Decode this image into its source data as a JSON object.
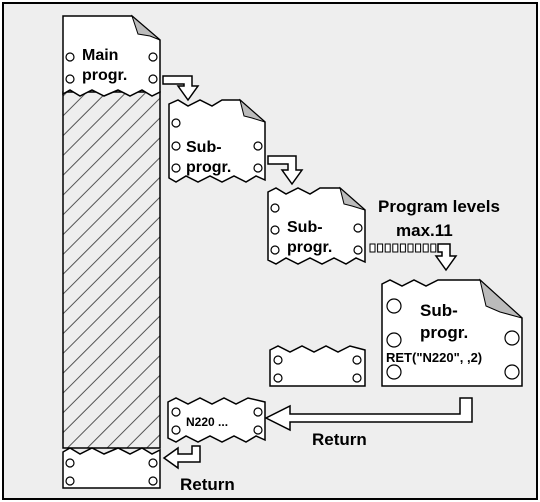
{
  "labels": {
    "main_line1": "Main",
    "main_line2": "progr.",
    "sub1_line1": "Sub-",
    "sub1_line2": "progr.",
    "sub2_line1": "Sub-",
    "sub2_line2": "progr.",
    "levels_line1": "Program levels",
    "levels_line2": "max.11",
    "sub3_line1": "Sub-",
    "sub3_line2": "progr.",
    "ret_call": "RET(\"N220\", ,2)",
    "n220": "N220 ...",
    "return_right": "Return",
    "return_bottom": "Return"
  },
  "colors": {
    "frame_bg": "#eeeeee",
    "page_fill": "#ffffff",
    "hatch": "#555555",
    "stroke": "#000000"
  },
  "icons": {
    "arrow": "hollow-bent-arrow",
    "page": "torn-page-with-holes"
  }
}
